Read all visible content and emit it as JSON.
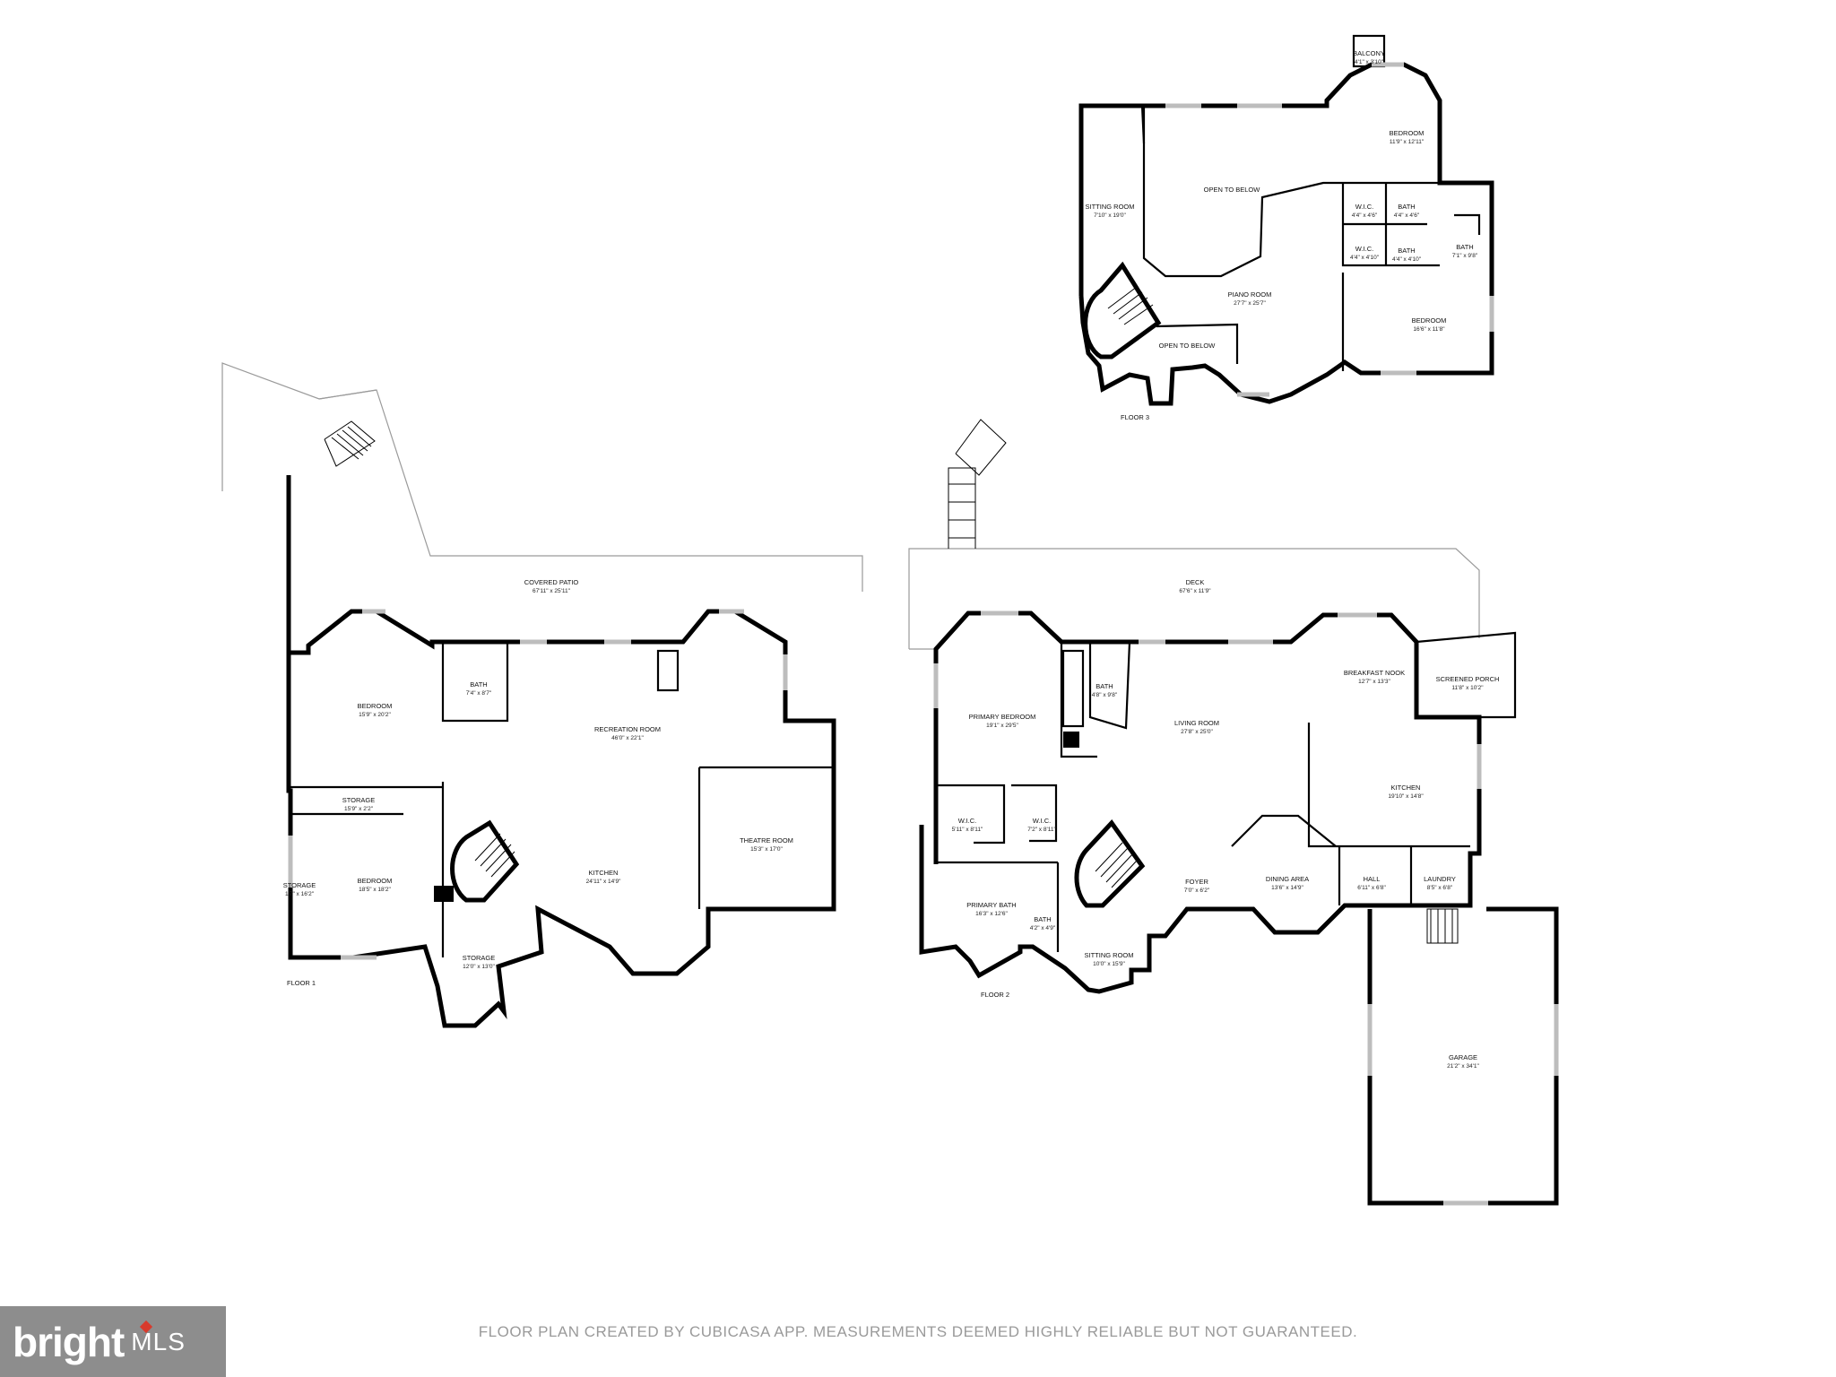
{
  "floors": [
    {
      "id": "floor1",
      "label": "FLOOR 1"
    },
    {
      "id": "floor2",
      "label": "FLOOR 2"
    },
    {
      "id": "floor3",
      "label": "FLOOR 3"
    }
  ],
  "rooms": {
    "floor1": {
      "covered_patio": {
        "name": "COVERED PATIO",
        "dim": "67'11\" x 25'11\""
      },
      "bedroom_a": {
        "name": "BEDROOM",
        "dim": "15'9\" x 20'2\""
      },
      "bath": {
        "name": "BATH",
        "dim": "7'4\" x 8'7\""
      },
      "recreation_room": {
        "name": "RECREATION ROOM",
        "dim": "46'0\" x 22'1\""
      },
      "storage_a": {
        "name": "STORAGE",
        "dim": "15'9\" x 2'2\""
      },
      "bedroom_b": {
        "name": "BEDROOM",
        "dim": "18'5\" x 18'2\""
      },
      "storage_side": {
        "name": "STORAGE",
        "dim": "1'7\" x 16'2\""
      },
      "kitchen": {
        "name": "KITCHEN",
        "dim": "24'11\" x 14'9\""
      },
      "theatre_room": {
        "name": "THEATRE ROOM",
        "dim": "15'3\" x 17'0\""
      },
      "storage_b": {
        "name": "STORAGE",
        "dim": "12'0\" x 13'0\""
      }
    },
    "floor2": {
      "deck": {
        "name": "DECK",
        "dim": "67'6\" x 11'9\""
      },
      "primary_bedroom": {
        "name": "PRIMARY BEDROOM",
        "dim": "19'1\" x 29'5\""
      },
      "bath_a": {
        "name": "BATH",
        "dim": "4'8\" x 9'8\""
      },
      "living_room": {
        "name": "LIVING ROOM",
        "dim": "27'8\" x 25'0\""
      },
      "breakfast_nook": {
        "name": "BREAKFAST NOOK",
        "dim": "12'7\" x 13'3\""
      },
      "screened_porch": {
        "name": "SCREENED PORCH",
        "dim": "11'8\" x 10'2\""
      },
      "wic_a": {
        "name": "W.I.C.",
        "dim": "5'11\" x 8'11\""
      },
      "wic_b": {
        "name": "W.I.C.",
        "dim": "7'2\" x 8'11\""
      },
      "kitchen": {
        "name": "KITCHEN",
        "dim": "19'10\" x 14'8\""
      },
      "primary_bath": {
        "name": "PRIMARY BATH",
        "dim": "16'3\" x 12'6\""
      },
      "bath_b": {
        "name": "BATH",
        "dim": "4'2\" x 4'9\""
      },
      "foyer": {
        "name": "FOYER",
        "dim": "7'0\" x 6'2\""
      },
      "dining_area": {
        "name": "DINING AREA",
        "dim": "13'6\" x 14'9\""
      },
      "hall": {
        "name": "HALL",
        "dim": "6'11\" x 6'8\""
      },
      "laundry": {
        "name": "LAUNDRY",
        "dim": "8'5\" x 6'8\""
      },
      "sitting_room": {
        "name": "SITTING ROOM",
        "dim": "10'0\" x 15'9\""
      },
      "garage": {
        "name": "GARAGE",
        "dim": "21'2\" x 34'1\""
      }
    },
    "floor3": {
      "balcony": {
        "name": "BALCONY",
        "dim": "4'1\" x 3'10\""
      },
      "bedroom_a": {
        "name": "BEDROOM",
        "dim": "11'9\" x 12'11\""
      },
      "open_to_below_a": {
        "name": "OPEN TO BELOW",
        "dim": ""
      },
      "sitting_room": {
        "name": "SITTING ROOM",
        "dim": "7'10\" x 19'0\""
      },
      "wic_a": {
        "name": "W.I.C.",
        "dim": "4'4\" x 4'6\""
      },
      "bath_a": {
        "name": "BATH",
        "dim": "4'4\" x 4'6\""
      },
      "wic_b": {
        "name": "W.I.C.",
        "dim": "4'4\" x 4'10\""
      },
      "bath_b": {
        "name": "BATH",
        "dim": "4'4\" x 4'10\""
      },
      "bath_c": {
        "name": "BATH",
        "dim": "7'1\" x 9'8\""
      },
      "piano_room": {
        "name": "PIANO ROOM",
        "dim": "27'7\" x 25'7\""
      },
      "bedroom_b": {
        "name": "BEDROOM",
        "dim": "16'6\" x 11'8\""
      },
      "open_to_below_b": {
        "name": "OPEN TO BELOW",
        "dim": ""
      }
    }
  },
  "footer": {
    "disclaimer": "FLOOR PLAN CREATED BY CUBICASA APP. MEASUREMENTS DEEMED HIGHLY RELIABLE BUT NOT GUARANTEED.",
    "logo_word": "bright",
    "logo_mls": "MLS"
  },
  "colors": {
    "wall": "#000000",
    "window": "#bdbdbd",
    "logo_bg": "#8d8d8d",
    "logo_accent": "#d83a2c",
    "disclaimer_text": "#9a9a9a"
  }
}
